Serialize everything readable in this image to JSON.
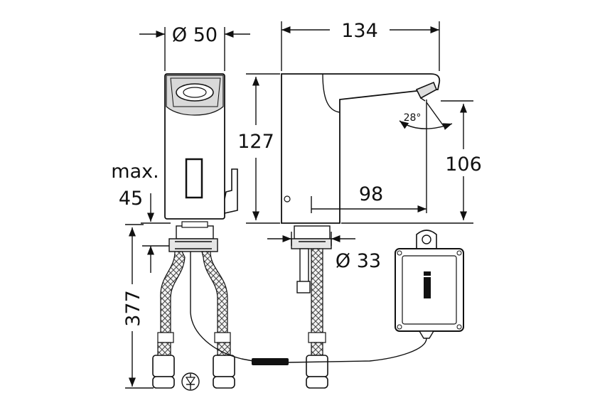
{
  "dimensions": {
    "width_top": "Ø 50",
    "length": "134",
    "height_total": "127",
    "spout_height": "106",
    "reach": "98",
    "angle": "28°",
    "max_label": "max.",
    "max_value": "45",
    "hose_length": "377",
    "diameter": "Ø 33"
  }
}
